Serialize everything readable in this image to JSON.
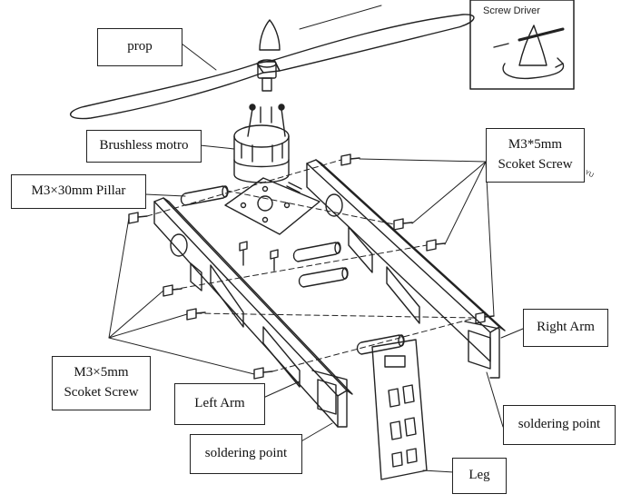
{
  "labels": {
    "prop": "prop",
    "brushless_motor": "Brushless motro",
    "pillar": "M3×30mm Pillar",
    "screw_top_line1": "M3*5mm",
    "screw_top_line2": "Scoket Screw",
    "screw_left_line1": "M3×5mm",
    "screw_left_line2": "Scoket Screw",
    "right_arm": "Right Arm",
    "left_arm": "Left Arm",
    "soldering_left": "soldering point",
    "soldering_right": "soldering point",
    "leg": "Leg",
    "screwdriver": "Screw Driver",
    "plate_text": "FEI YU"
  },
  "colors": {
    "line": "#222222",
    "background": "#ffffff"
  }
}
